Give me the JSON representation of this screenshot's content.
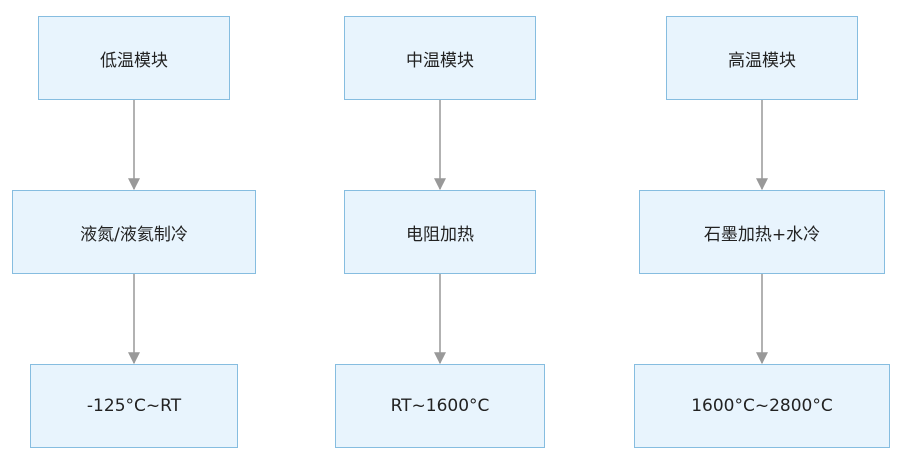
{
  "diagram": {
    "columns": [
      {
        "module": "低温模块",
        "method": "液氮/液氦制冷",
        "range": "-125°C~RT"
      },
      {
        "module": "中温模块",
        "method": "电阻加热",
        "range": "RT~1600°C"
      },
      {
        "module": "高温模块",
        "method": "石墨加热+水冷",
        "range": "1600°C~2800°C"
      }
    ]
  },
  "colors": {
    "node_fill": "#e8f4fd",
    "node_border": "#86bde0",
    "arrow": "#999999",
    "text": "#222222"
  }
}
